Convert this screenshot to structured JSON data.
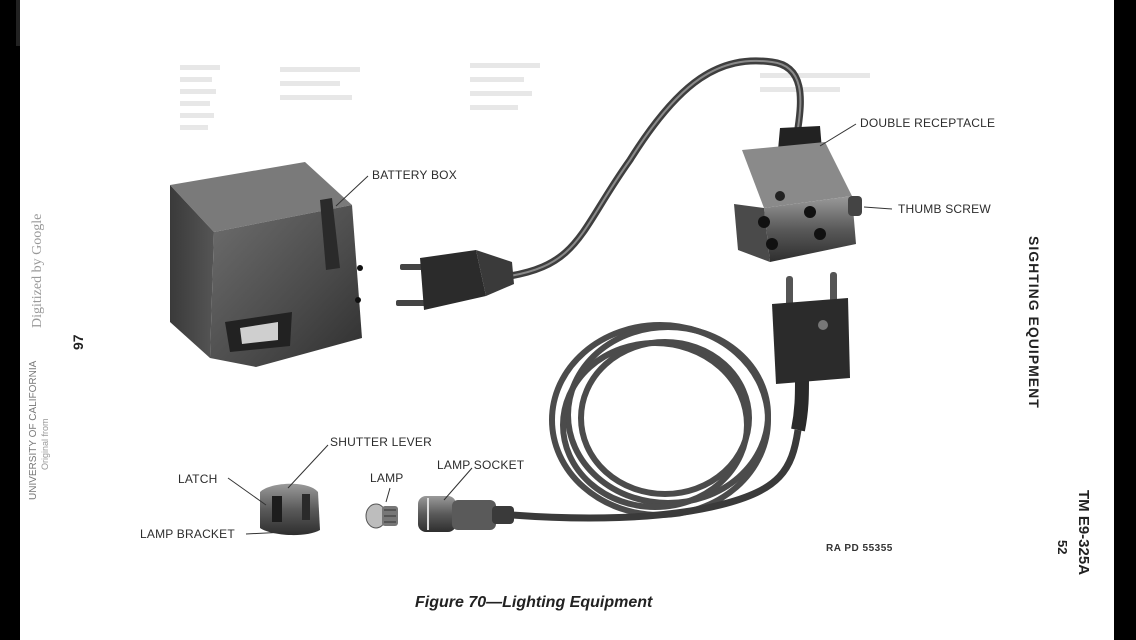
{
  "labels": {
    "battery_box": "BATTERY BOX",
    "double_receptacle": "DOUBLE RECEPTACLE",
    "thumb_screw": "THUMB SCREW",
    "shutter_lever": "SHUTTER LEVER",
    "latch": "LATCH",
    "lamp": "LAMP",
    "lamp_socket": "LAMP SOCKET",
    "lamp_bracket": "LAMP BRACKET"
  },
  "ref_code": "RA PD 55355",
  "caption": "Figure 70—Lighting Equipment",
  "running_head": "SIGHTING EQUIPMENT",
  "manual": {
    "code": "TM E9-325A",
    "page": "52"
  },
  "scan_margin": {
    "digitized": "Digitized by Google",
    "page_number": "97",
    "original_from": "Original from",
    "university": "UNIVERSITY OF CALIFORNIA"
  }
}
